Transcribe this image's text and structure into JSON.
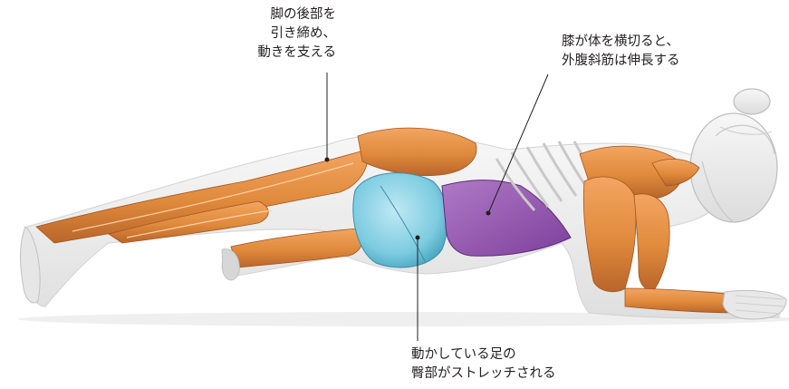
{
  "callouts": {
    "hamstrings": {
      "lines": [
        "脚の後部を",
        "引き締め、",
        "動きを支える"
      ]
    },
    "obliques": {
      "lines": [
        "膝が体を横切ると、",
        "外腹斜筋は伸長する"
      ]
    },
    "gluteal": {
      "lines": [
        "動かしている足の",
        "臀部がストレッチされる"
      ]
    }
  },
  "colors": {
    "muscle": "#e08a3c",
    "muscle_dark": "#b9652a",
    "stretched_gluteal": "#7ccbe0",
    "stretched_oblique": "#9b5bb5",
    "body_silhouette": "#ececec",
    "skeleton": "#f2f2f2",
    "leader_line": "#231f20"
  },
  "figure": {
    "pose": "plank with knee drive across body",
    "icons": [
      "body-figure-icon"
    ]
  }
}
